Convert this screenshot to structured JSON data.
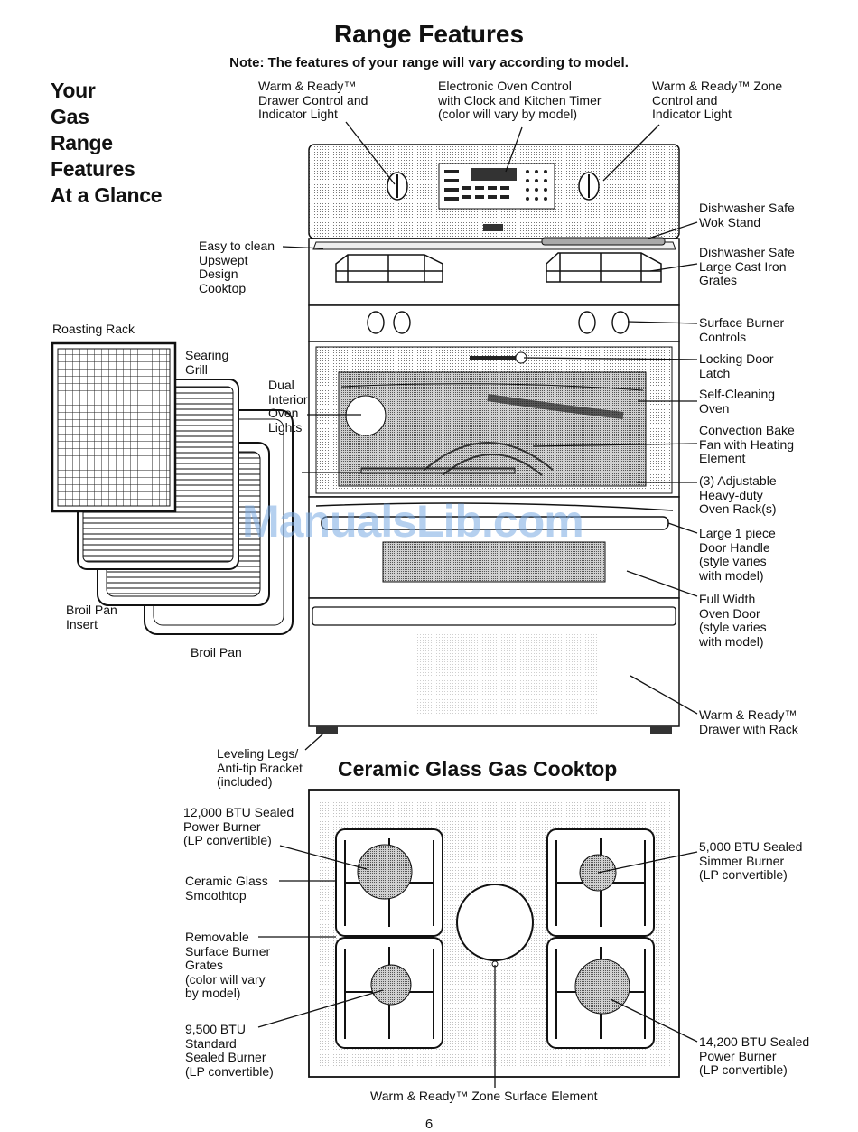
{
  "page": {
    "title": "Range Features",
    "note": "Note: The features of your range will vary according to model.",
    "side_heading": "Your\nGas\nRange\nFeatures\nAt a Glance",
    "cooktop_title": "Ceramic Glass Gas Cooktop",
    "page_number": "6",
    "watermark": "ManualsLib.com"
  },
  "range_labels": {
    "drawer_control": "Warm & Ready™\nDrawer Control and\nIndicator Light",
    "oven_control": "Electronic Oven Control\nwith Clock and Kitchen Timer\n(color will vary by model)",
    "zone_control": "Warm & Ready™ Zone\nControl and\nIndicator Light",
    "wok_stand": "Dishwasher Safe\nWok Stand",
    "grates": "Dishwasher Safe\nLarge Cast Iron\nGrates",
    "easy_clean": "Easy to clean\nUpswept\nDesign\nCooktop",
    "burner_controls": "Surface Burner\nControls",
    "door_latch": "Locking Door\nLatch",
    "self_cleaning": "Self-Cleaning\nOven",
    "convection": "Convection Bake\nFan with Heating\nElement",
    "racks": "(3) Adjustable\nHeavy-duty\nOven Rack(s)",
    "door_handle": "Large 1 piece\nDoor Handle\n(style varies\nwith model)",
    "oven_door": "Full Width\nOven Door\n(style varies\nwith model)",
    "drawer": "Warm & Ready™\nDrawer with Rack",
    "leveling_legs": "Leveling Legs/\nAnti-tip Bracket\n(included)",
    "oven_lights": "Dual\nInterior\nOven\nLights",
    "roasting_rack": "Roasting Rack",
    "searing_grill": "Searing\nGrill",
    "broil_insert": "Broil Pan\nInsert",
    "broil_pan": "Broil Pan"
  },
  "cooktop_labels": {
    "power_12000": "12,000 BTU Sealed\nPower Burner\n(LP convertible)",
    "smoothtop": "Ceramic Glass\nSmoothtop",
    "removable_grates": "Removable\nSurface Burner\nGrates\n(color will vary\nby model)",
    "standard_9500": "9,500 BTU\nStandard\nSealed Burner\n(LP convertible)",
    "simmer_5000": "5,000 BTU Sealed\nSimmer Burner\n(LP convertible)",
    "power_14200": "14,200 BTU Sealed\nPower Burner\n(LP convertible)",
    "zone_element": "Warm & Ready™ Zone Surface Element"
  }
}
